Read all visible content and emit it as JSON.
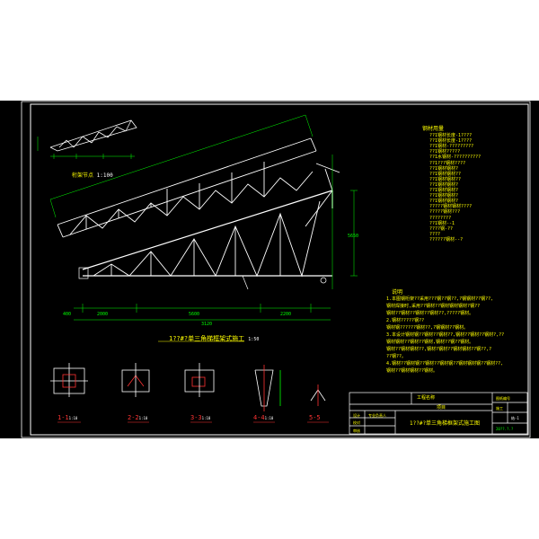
{
  "colors": {
    "background": "#000000",
    "frame": "#ffffff",
    "structure": "#ffffff",
    "text": "#ffff00",
    "dimension": "#00ff00",
    "section": "#ff3333"
  },
  "drawing": {
    "main_title": "1??#?单三角梯框架式施工",
    "title_scale": "1:50",
    "node_view_label": "桁架节点",
    "node_view_scale": "1:100",
    "dims_bottom": [
      "2000",
      "5600",
      "2200"
    ],
    "dim_total": "3120",
    "dim_left": "400",
    "dim_right_vertical": "5650"
  },
  "legend": {
    "title": "钢材用量",
    "items": [
      "??1钢材长度-1????",
      "??1钢材长度-1????",
      "??1钢材-?????????",
      "??1钢材?????",
      "??1水钢材-??????????",
      "??1???钢材????",
      "??1钢材钢材?",
      "??1钢材钢材??",
      "??1钢材钢材??",
      "??1钢材钢材?",
      "??1钢材钢材?",
      "??1钢材钢材?",
      "??1钢材钢材?",
      "?????钢材钢材????",
      "?????钢材???",
      "????????",
      "??1钢材--1",
      "????钢-??",
      "????",
      "??????钢材--?"
    ]
  },
  "notes": {
    "title": "说明",
    "lines": [
      "1.本图钢桁架??采用???钢??钢??,?钢钢材??钢??,",
      "钢材焊接时,采用??钢材??钢材钢材钢材?钢??",
      "钢材??钢材??钢材??钢材??,?????钢材。",
      "2.钢材?????钢??",
      "钢材钢??????钢材??,?钢钢材??钢材。",
      "3.本设计钢材钢??钢材??钢材??,钢材??钢材??钢材?,??",
      "钢材钢材??钢材??钢材,钢材??钢??钢材。",
      "钢材??钢材钢材??,钢材?钢材??钢材钢材??钢??,?",
      "??钢??。",
      "4.钢材??钢材钢??钢材??钢材钢??钢材钢材钢??钢材??,",
      "钢材??钢材钢材??钢材。"
    ]
  },
  "sections": [
    {
      "label": "1-1",
      "scale": "1:10"
    },
    {
      "label": "2-2",
      "scale": "1:10"
    },
    {
      "label": "3-3",
      "scale": "1:10"
    },
    {
      "label": "4-4",
      "scale": "1:10"
    },
    {
      "label": "5-5",
      "scale": ""
    }
  ],
  "title_block": {
    "project_label": "工程名称",
    "sub_project_label": "项目",
    "drawing_name": "1??#?单三角梯框架式施工图",
    "rows_left": [
      "设计",
      "校对",
      "审核"
    ],
    "rows_mid": [
      "专业负责人",
      "",
      ""
    ],
    "right_top": "图纸编号",
    "right_mid": "施工",
    "right_code": "结-1",
    "right_bottom": "20??.?.?"
  }
}
